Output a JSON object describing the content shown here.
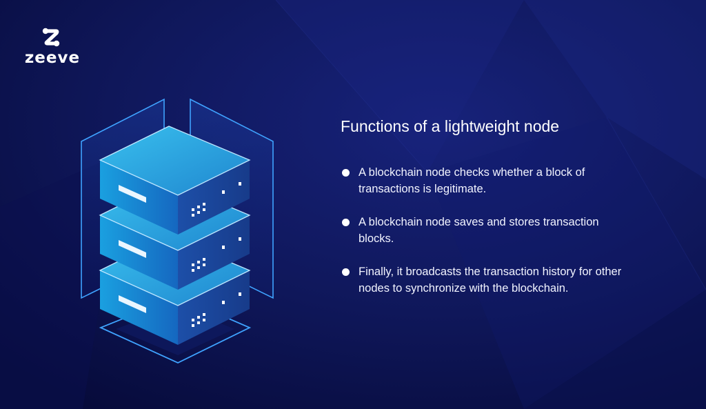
{
  "brand": {
    "name": "zeeve",
    "logo_icon": "zeeve-z-mark-icon"
  },
  "content": {
    "heading": "Functions of a lightweight node",
    "bullets": [
      "A blockchain node checks whether a block of transactions is legitimate.",
      "A blockchain node saves and stores transaction blocks.",
      "Finally, it broadcasts the transaction history for other nodes to synchronize with the blockchain."
    ]
  },
  "illustration": {
    "icon": "server-stack-icon",
    "tiers": 3
  },
  "colors": {
    "background_dark": "#0a0f4a",
    "background_mid": "#141e6b",
    "server_top": "#2aa6de",
    "server_side": "#1a5fb5",
    "outline": "#3fa3ff",
    "text": "#ffffff"
  }
}
